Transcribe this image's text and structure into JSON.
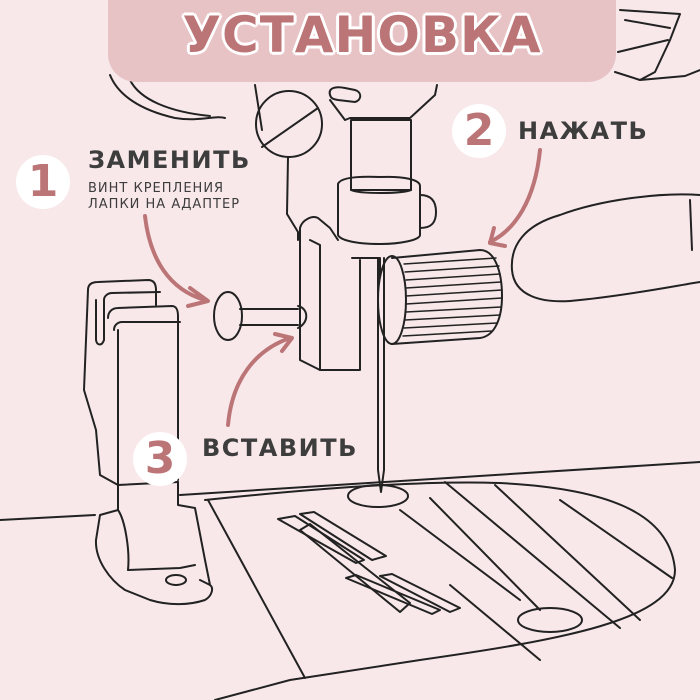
{
  "header": {
    "title": "УСТАНОВКА"
  },
  "steps": [
    {
      "number": "1",
      "title": "ЗАМЕНИТЬ",
      "subtitle_line1": "ВИНТ КРЕПЛЕНИЯ",
      "subtitle_line2": "ЛАПКИ НА АДАПТЕР"
    },
    {
      "number": "2",
      "title": "НАЖАТЬ"
    },
    {
      "number": "3",
      "title": "ВСТАВИТЬ"
    }
  ],
  "colors": {
    "background": "#f8e8ea",
    "banner": "#e8c3c6",
    "accent": "#bc7577",
    "text_dark": "#3d3d3d",
    "line": "#222222"
  }
}
